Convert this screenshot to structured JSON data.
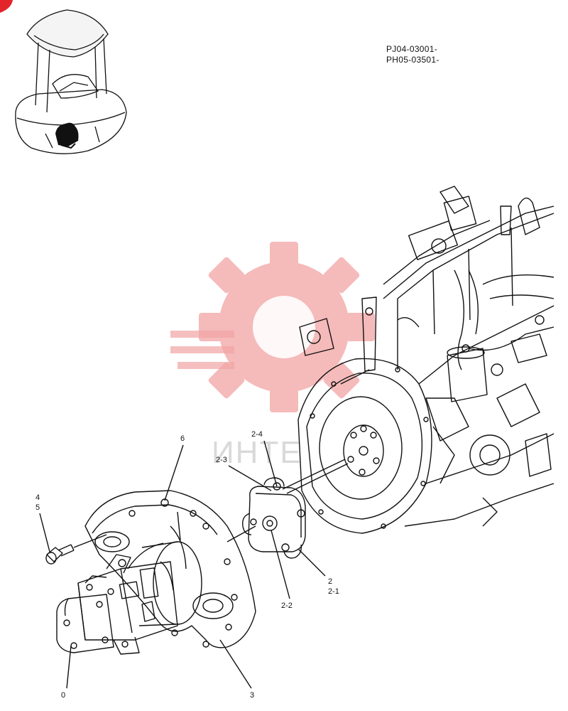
{
  "serials": [
    "PJ04-03001-",
    "PH05-03501-"
  ],
  "watermark": {
    "text": "ИНТЕ",
    "color": "#f2a4a4"
  },
  "callouts": {
    "c0": "0",
    "c2": "2",
    "c2_1": "2-1",
    "c2_2": "2-2",
    "c2_3": "2-3",
    "c2_4": "2-4",
    "c3": "3",
    "c4": "4",
    "c5": "5",
    "c6": "6"
  },
  "colors": {
    "line": "#111111",
    "badge": "#e3242b"
  },
  "icons": [
    "machine-locator-thumbnail",
    "gear-watermark"
  ]
}
